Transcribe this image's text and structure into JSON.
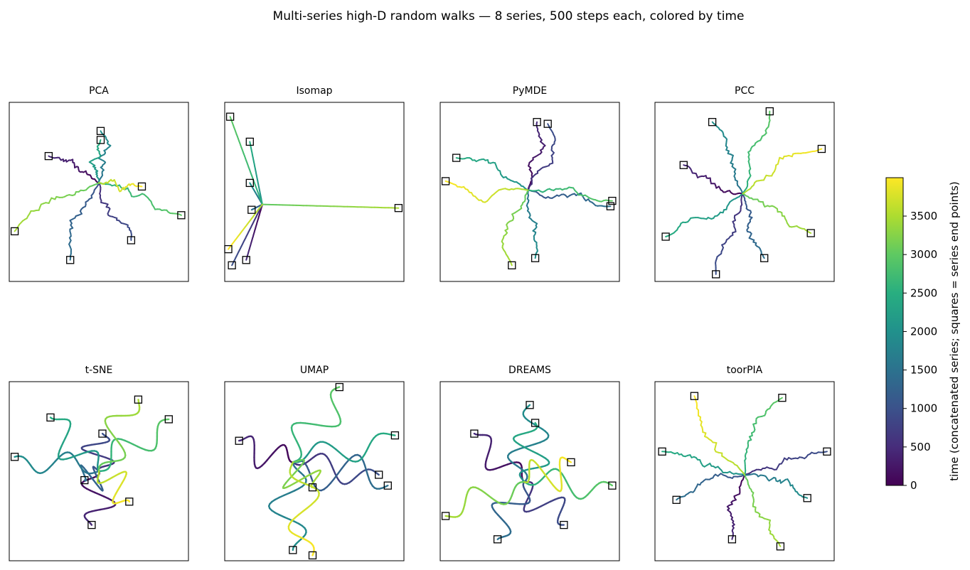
{
  "figure": {
    "title": "Multi-series high-D random walks — 8 series, 500 steps each, colored by time"
  },
  "colorbar": {
    "label": "time (concatenated series; squares = series end points)",
    "colormap": "viridis",
    "range": [
      0,
      3999
    ],
    "ticks": [
      "0",
      "500",
      "1000",
      "1500",
      "2000",
      "2500",
      "3000",
      "3500"
    ],
    "tick_values": [
      0,
      500,
      1000,
      1500,
      2000,
      2500,
      3000,
      3500
    ]
  },
  "chart_data": [
    {
      "type": "scatter",
      "title": "PCA",
      "xlim": [
        0,
        100
      ],
      "ylim": [
        0,
        100
      ],
      "grid": false,
      "axis_ticks": false,
      "center": [
        50,
        55
      ],
      "series": [
        {
          "t_start": 0,
          "t_end": 499,
          "end": [
            22,
            70
          ]
        },
        {
          "t_start": 500,
          "t_end": 999,
          "end": [
            68,
            23
          ]
        },
        {
          "t_start": 1000,
          "t_end": 1499,
          "end": [
            34,
            12
          ]
        },
        {
          "t_start": 1500,
          "t_end": 1999,
          "end": [
            51,
            84
          ]
        },
        {
          "t_start": 2000,
          "t_end": 2499,
          "end": [
            51,
            79
          ]
        },
        {
          "t_start": 2500,
          "t_end": 2999,
          "end": [
            96,
            37
          ]
        },
        {
          "t_start": 3000,
          "t_end": 3499,
          "end": [
            3,
            28
          ]
        },
        {
          "t_start": 3500,
          "t_end": 3999,
          "end": [
            74,
            53
          ]
        }
      ]
    },
    {
      "type": "scatter",
      "title": "Isomap",
      "xlim": [
        0,
        100
      ],
      "ylim": [
        0,
        100
      ],
      "grid": false,
      "axis_ticks": false,
      "center": [
        21,
        43
      ],
      "series": [
        {
          "t_start": 0,
          "t_end": 499,
          "end": [
            12,
            12
          ]
        },
        {
          "t_start": 500,
          "t_end": 999,
          "end": [
            4,
            9
          ]
        },
        {
          "t_start": 1000,
          "t_end": 1499,
          "end": [
            15,
            40
          ]
        },
        {
          "t_start": 1500,
          "t_end": 1999,
          "end": [
            14,
            55
          ]
        },
        {
          "t_start": 2000,
          "t_end": 2499,
          "end": [
            14,
            78
          ]
        },
        {
          "t_start": 2500,
          "t_end": 2999,
          "end": [
            3,
            92
          ]
        },
        {
          "t_start": 3000,
          "t_end": 3499,
          "end": [
            97,
            41
          ]
        },
        {
          "t_start": 3500,
          "t_end": 3999,
          "end": [
            2,
            18
          ]
        }
      ]
    },
    {
      "type": "scatter",
      "title": "PyMDE",
      "xlim": [
        0,
        100
      ],
      "ylim": [
        0,
        100
      ],
      "grid": false,
      "axis_ticks": false,
      "center": [
        49,
        51
      ],
      "series": [
        {
          "t_start": 0,
          "t_end": 499,
          "end": [
            54,
            89
          ]
        },
        {
          "t_start": 500,
          "t_end": 999,
          "end": [
            60,
            88
          ]
        },
        {
          "t_start": 1000,
          "t_end": 1499,
          "end": [
            95,
            42
          ]
        },
        {
          "t_start": 1500,
          "t_end": 1999,
          "end": [
            53,
            13
          ]
        },
        {
          "t_start": 2000,
          "t_end": 2499,
          "end": [
            9,
            69
          ]
        },
        {
          "t_start": 2500,
          "t_end": 2999,
          "end": [
            96,
            45
          ]
        },
        {
          "t_start": 3000,
          "t_end": 3499,
          "end": [
            40,
            9
          ]
        },
        {
          "t_start": 3500,
          "t_end": 3999,
          "end": [
            3,
            56
          ]
        }
      ]
    },
    {
      "type": "scatter",
      "title": "PCC",
      "xlim": [
        0,
        100
      ],
      "ylim": [
        0,
        100
      ],
      "grid": false,
      "axis_ticks": false,
      "center": [
        49,
        49
      ],
      "series": [
        {
          "t_start": 0,
          "t_end": 499,
          "end": [
            16,
            65
          ]
        },
        {
          "t_start": 500,
          "t_end": 999,
          "end": [
            34,
            4
          ]
        },
        {
          "t_start": 1000,
          "t_end": 1499,
          "end": [
            61,
            13
          ]
        },
        {
          "t_start": 1500,
          "t_end": 1999,
          "end": [
            32,
            89
          ]
        },
        {
          "t_start": 2000,
          "t_end": 2499,
          "end": [
            6,
            25
          ]
        },
        {
          "t_start": 2500,
          "t_end": 2999,
          "end": [
            64,
            95
          ]
        },
        {
          "t_start": 3000,
          "t_end": 3499,
          "end": [
            87,
            27
          ]
        },
        {
          "t_start": 3500,
          "t_end": 3999,
          "end": [
            93,
            74
          ]
        }
      ]
    },
    {
      "type": "scatter",
      "title": "t-SNE",
      "xlim": [
        0,
        100
      ],
      "ylim": [
        0,
        100
      ],
      "grid": false,
      "axis_ticks": false,
      "center": [
        50,
        50
      ],
      "series": [
        {
          "t_start": 0,
          "t_end": 499,
          "end": [
            46,
            20
          ]
        },
        {
          "t_start": 500,
          "t_end": 999,
          "end": [
            52,
            71
          ]
        },
        {
          "t_start": 1000,
          "t_end": 1499,
          "end": [
            42,
            45
          ]
        },
        {
          "t_start": 1500,
          "t_end": 1999,
          "end": [
            3,
            58
          ]
        },
        {
          "t_start": 2000,
          "t_end": 2499,
          "end": [
            23,
            80
          ]
        },
        {
          "t_start": 2500,
          "t_end": 2999,
          "end": [
            89,
            79
          ]
        },
        {
          "t_start": 3000,
          "t_end": 3499,
          "end": [
            72,
            90
          ]
        },
        {
          "t_start": 3500,
          "t_end": 3999,
          "end": [
            67,
            33
          ]
        }
      ]
    },
    {
      "type": "scatter",
      "title": "UMAP",
      "xlim": [
        0,
        100
      ],
      "ylim": [
        0,
        100
      ],
      "grid": false,
      "axis_ticks": false,
      "center": [
        38,
        55
      ],
      "series": [
        {
          "t_start": 0,
          "t_end": 499,
          "end": [
            8,
            67
          ]
        },
        {
          "t_start": 500,
          "t_end": 999,
          "end": [
            86,
            48
          ]
        },
        {
          "t_start": 1000,
          "t_end": 1499,
          "end": [
            91,
            42
          ]
        },
        {
          "t_start": 1500,
          "t_end": 1999,
          "end": [
            38,
            6
          ]
        },
        {
          "t_start": 2000,
          "t_end": 2499,
          "end": [
            95,
            70
          ]
        },
        {
          "t_start": 2500,
          "t_end": 2999,
          "end": [
            64,
            97
          ]
        },
        {
          "t_start": 3000,
          "t_end": 3499,
          "end": [
            49,
            41
          ]
        },
        {
          "t_start": 3500,
          "t_end": 3999,
          "end": [
            49,
            3
          ]
        }
      ]
    },
    {
      "type": "scatter",
      "title": "DREAMS",
      "xlim": [
        0,
        100
      ],
      "ylim": [
        0,
        100
      ],
      "grid": false,
      "axis_ticks": false,
      "center": [
        47,
        44
      ],
      "series": [
        {
          "t_start": 0,
          "t_end": 499,
          "end": [
            19,
            71
          ]
        },
        {
          "t_start": 500,
          "t_end": 999,
          "end": [
            69,
            20
          ]
        },
        {
          "t_start": 1000,
          "t_end": 1499,
          "end": [
            32,
            12
          ]
        },
        {
          "t_start": 1500,
          "t_end": 1999,
          "end": [
            50,
            87
          ]
        },
        {
          "t_start": 2000,
          "t_end": 2499,
          "end": [
            53,
            77
          ]
        },
        {
          "t_start": 2500,
          "t_end": 2999,
          "end": [
            96,
            42
          ]
        },
        {
          "t_start": 3000,
          "t_end": 3499,
          "end": [
            3,
            25
          ]
        },
        {
          "t_start": 3500,
          "t_end": 3999,
          "end": [
            73,
            55
          ]
        }
      ]
    },
    {
      "type": "scatter",
      "title": "toorPIA",
      "xlim": [
        0,
        100
      ],
      "ylim": [
        0,
        100
      ],
      "grid": false,
      "axis_ticks": false,
      "center": [
        50,
        48
      ],
      "series": [
        {
          "t_start": 0,
          "t_end": 499,
          "end": [
            43,
            12
          ]
        },
        {
          "t_start": 500,
          "t_end": 999,
          "end": [
            96,
            61
          ]
        },
        {
          "t_start": 1000,
          "t_end": 1499,
          "end": [
            12,
            34
          ]
        },
        {
          "t_start": 1500,
          "t_end": 1999,
          "end": [
            85,
            35
          ]
        },
        {
          "t_start": 2000,
          "t_end": 2499,
          "end": [
            4,
            61
          ]
        },
        {
          "t_start": 2500,
          "t_end": 2999,
          "end": [
            71,
            91
          ]
        },
        {
          "t_start": 3000,
          "t_end": 3499,
          "end": [
            70,
            8
          ]
        },
        {
          "t_start": 3500,
          "t_end": 3999,
          "end": [
            22,
            92
          ]
        }
      ]
    }
  ]
}
